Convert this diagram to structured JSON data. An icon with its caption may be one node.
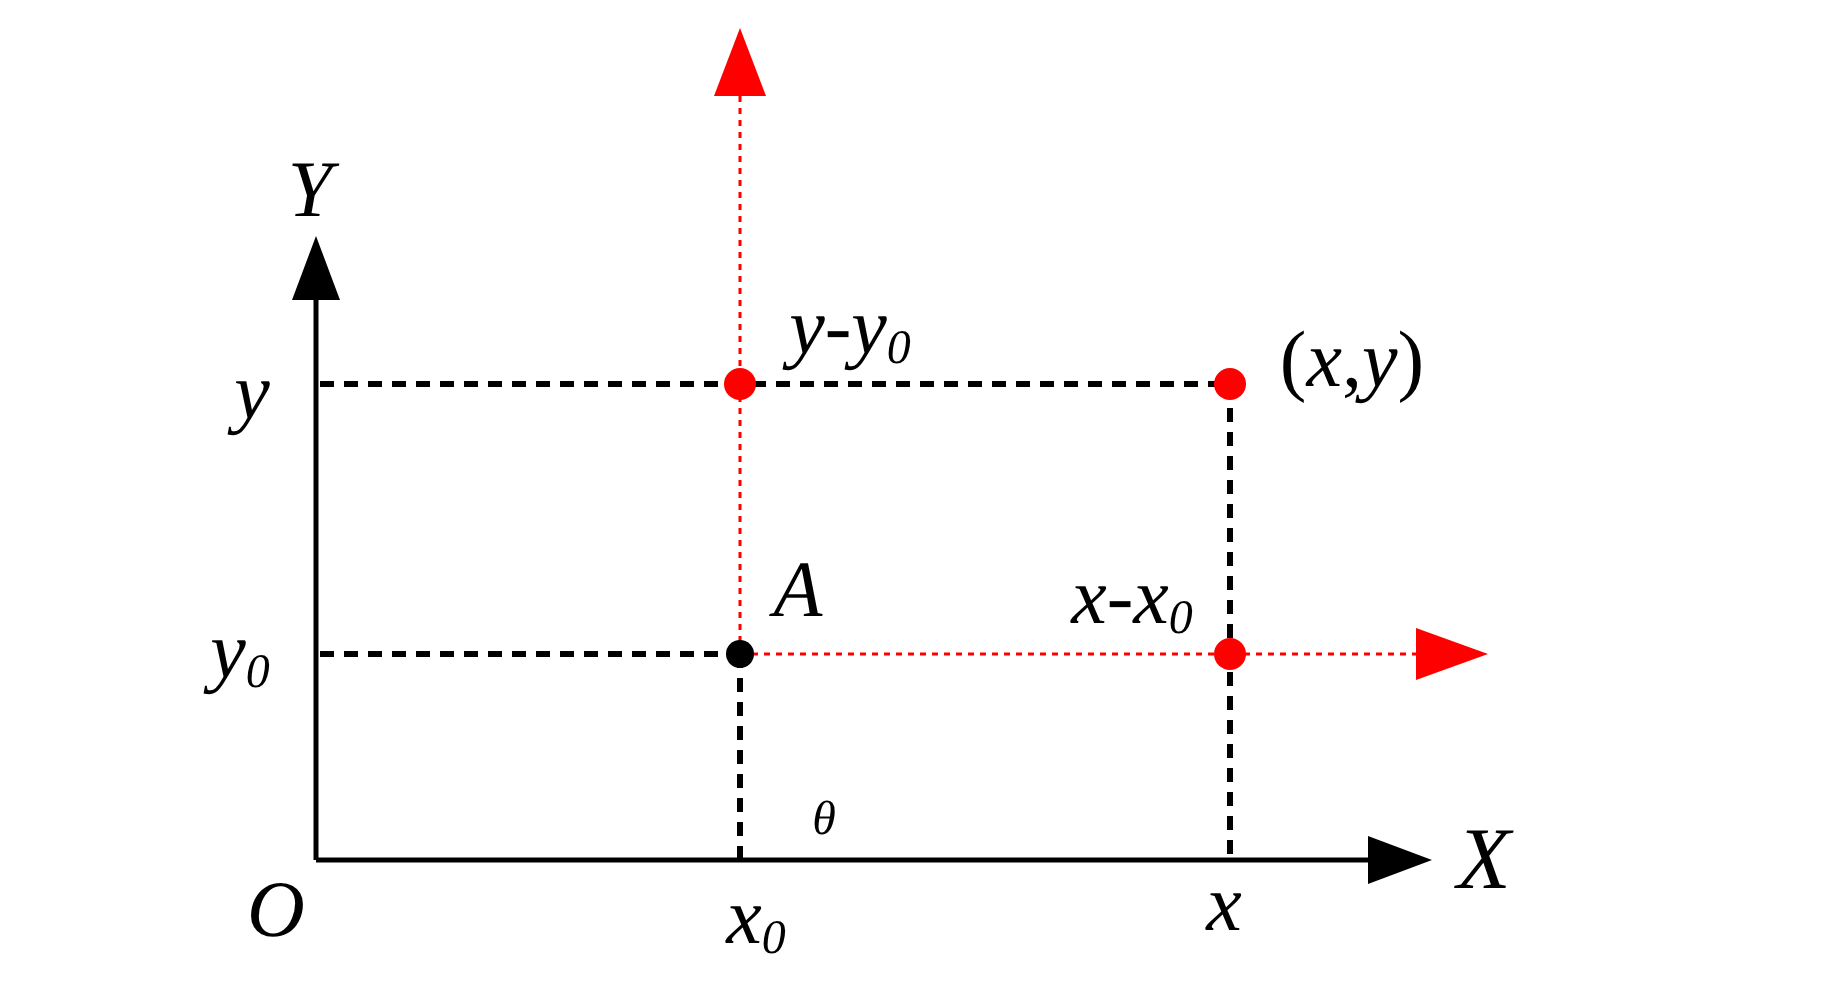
{
  "diagram": {
    "labels": [
      "Y",
      "y-y$_{0}$",
      "y",
      "(*x*,*y*)",
      "A",
      "x-x$_{0}$",
      "y$_{0}$",
      "θ",
      "O",
      "x$_{0}$",
      "x",
      "X"
    ]
  }
}
